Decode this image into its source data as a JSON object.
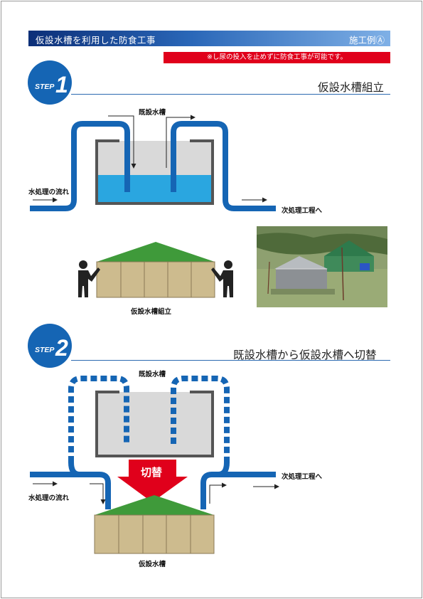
{
  "header": {
    "title": "仮設水槽を利用した防食工事",
    "example": "施工例Ⓐ"
  },
  "notice": "※し尿の投入を止めずに防食工事が可能です。",
  "step1": {
    "badge_word": "STEP",
    "badge_number": "1",
    "title": "仮設水槽組立",
    "label_existing_tank": "既設水槽",
    "label_inflow": "水処理の流れ",
    "label_next_process": "次処理工程へ",
    "caption_assembly": "仮設水槽組立"
  },
  "step2": {
    "badge_word": "STEP",
    "badge_number": "2",
    "title": "既設水槽から仮設水槽へ切替",
    "label_existing_tank": "既設水槽",
    "switch_label": "切替",
    "label_inflow": "水処理の流れ",
    "label_next_process": "次処理工程へ",
    "caption_temp_tank": "仮設水槽"
  },
  "colors": {
    "pipe_blue": "#1565b4",
    "water_blue": "#2aa6e0",
    "red": "#e0001b",
    "tank_green": "#3f9a3a",
    "tank_wall": "#cdbb8e"
  }
}
